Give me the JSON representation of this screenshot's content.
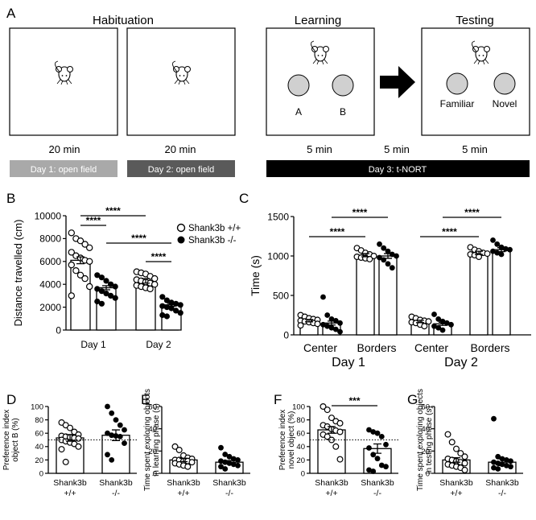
{
  "panel_letters": [
    "A",
    "B",
    "C",
    "D",
    "E",
    "F",
    "G"
  ],
  "panelA": {
    "habituation_title": "Habituation",
    "learning_title": "Learning",
    "testing_title": "Testing",
    "durations": [
      "20 min",
      "20 min",
      "5 min",
      "5 min",
      "5 min"
    ],
    "object_labels": [
      "A",
      "B",
      "Familiar",
      "Novel"
    ],
    "day_bars": [
      "Day 1: open field",
      "Day 2: open field",
      "Day 3: t-NORT"
    ],
    "colors": {
      "day1": "#a9a9a9",
      "day2": "#5a5a5a",
      "day3": "#000000",
      "object_fill": "#d0d0d0"
    }
  },
  "legend": {
    "wt": "Shank3b +/+",
    "ko": "Shank3b -/-"
  },
  "significance": {
    "four": "****",
    "three": "***"
  },
  "chart_data": [
    {
      "panel": "B",
      "type": "bar",
      "ylabel": "Distance travelled (cm)",
      "ylim": [
        0,
        10000
      ],
      "yticks": [
        0,
        2000,
        4000,
        6000,
        8000,
        10000
      ],
      "yticklabels": [
        "0",
        "2000",
        "4000",
        "6000",
        "8000",
        "10000"
      ],
      "groups": [
        "Day 1",
        "Day 2"
      ],
      "series": [
        {
          "name": "Shank3b +/+",
          "values": [
            6100,
            4300
          ],
          "points": [
            [
              8500,
              8000,
              7800,
              7500,
              7200,
              6800,
              6500,
              6300,
              6100,
              6000,
              5700,
              5200,
              4800,
              4500,
              3800,
              3000
            ],
            [
              5100,
              5000,
              4900,
              4700,
              4500,
              4400,
              4300,
              4200,
              4100,
              4000,
              3900,
              3800,
              3700,
              3600
            ]
          ]
        },
        {
          "name": "Shank3b -/-",
          "values": [
            3700,
            2200
          ],
          "points": [
            [
              4800,
              4600,
              4300,
              4000,
              3800,
              3600,
              3400,
              3200,
              3000,
              2800,
              2500,
              2300
            ],
            [
              2900,
              2600,
              2400,
              2300,
              2200,
              2100,
              2000,
              1900,
              1700,
              1500,
              1300,
              1200
            ]
          ]
        }
      ]
    },
    {
      "panel": "C",
      "type": "bar",
      "ylabel": "Time (s)",
      "ylim": [
        0,
        1500
      ],
      "yticks": [
        0,
        500,
        1000,
        1500
      ],
      "yticklabels": [
        "0",
        "500",
        "1000",
        "1500"
      ],
      "groups": [
        "Center",
        "Borders",
        "Center",
        "Borders"
      ],
      "days": [
        "Day 1",
        "Day 2"
      ],
      "series": [
        {
          "name": "Shank3b +/+",
          "values": [
            180,
            1010,
            170,
            1040
          ],
          "points": [
            [
              250,
              230,
              210,
              200,
              190,
              180,
              170,
              160,
              150,
              140,
              120
            ],
            [
              1100,
              1070,
              1040,
              1020,
              1000,
              990,
              980,
              970,
              960
            ],
            [
              230,
              210,
              190,
              180,
              170,
              160,
              150,
              130,
              110
            ],
            [
              1110,
              1080,
              1060,
              1040,
              1030,
              1020,
              1010,
              990
            ]
          ]
        },
        {
          "name": "Shank3b -/-",
          "values": [
            150,
            1000,
            140,
            1080
          ],
          "points": [
            [
              480,
              250,
              200,
              180,
              150,
              130,
              110,
              90,
              70,
              40
            ],
            [
              1150,
              1100,
              1060,
              1020,
              1000,
              980,
              950,
              900,
              850
            ],
            [
              260,
              200,
              170,
              150,
              130,
              110,
              90,
              60
            ],
            [
              1200,
              1150,
              1110,
              1090,
              1080,
              1060,
              1040,
              1020
            ]
          ]
        }
      ]
    },
    {
      "panel": "D",
      "type": "bar",
      "ylabel_lines": [
        "Preference index",
        "object B (%)"
      ],
      "ylim": [
        0,
        100
      ],
      "yticks": [
        0,
        20,
        40,
        60,
        80,
        100
      ],
      "yticklabels": [
        "0",
        "20",
        "40",
        "60",
        "80",
        "100"
      ],
      "categories": [
        "Shank3b +/+",
        "Shank3b -/-"
      ],
      "reference_line": 50,
      "values": [
        53,
        57
      ],
      "points": [
        [
          76,
          72,
          68,
          62,
          58,
          56,
          55,
          54,
          53,
          52,
          50,
          48,
          46,
          44,
          40,
          36,
          17
        ],
        [
          100,
          90,
          80,
          72,
          65,
          60,
          57,
          56,
          55,
          45,
          28,
          20
        ]
      ]
    },
    {
      "panel": "E",
      "type": "bar",
      "ylabel_lines": [
        "Time spent exploring objects",
        "in learning phase (s)"
      ],
      "ylim": [
        0,
        60
      ],
      "yticks": [
        0,
        20,
        40,
        60
      ],
      "yticklabels": [
        "0",
        "20",
        "40",
        "60"
      ],
      "categories": [
        "Shank3b +/+",
        "Shank3b -/-"
      ],
      "values": [
        12,
        10
      ],
      "points": [
        [
          24,
          21,
          16,
          14,
          13,
          12,
          12,
          11,
          11,
          10,
          9,
          8,
          7,
          6
        ],
        [
          23,
          17,
          15,
          13,
          12,
          11,
          10,
          9,
          8,
          7,
          6,
          4
        ]
      ]
    },
    {
      "panel": "F",
      "type": "bar",
      "ylabel_lines": [
        "Preference index",
        "novel object (%)"
      ],
      "ylim": [
        0,
        100
      ],
      "yticks": [
        0,
        20,
        40,
        60,
        80,
        100
      ],
      "yticklabels": [
        "0",
        "20",
        "40",
        "60",
        "80",
        "100"
      ],
      "categories": [
        "Shank3b +/+",
        "Shank3b -/-"
      ],
      "reference_line": 50,
      "values": [
        65,
        37
      ],
      "points": [
        [
          100,
          95,
          83,
          78,
          75,
          72,
          70,
          66,
          64,
          62,
          58,
          55,
          50,
          40,
          21
        ],
        [
          65,
          62,
          60,
          55,
          43,
          38,
          28,
          22,
          12,
          10,
          5,
          3
        ]
      ]
    },
    {
      "panel": "G",
      "type": "bar",
      "ylabel_lines": [
        "Time spent exploring objects",
        "in testing phase (s)"
      ],
      "ylim": [
        0,
        60
      ],
      "yticks": [
        0,
        20,
        40,
        60
      ],
      "yticklabels": [
        "0",
        "20",
        "40",
        "60"
      ],
      "categories": [
        "Shank3b +/+",
        "Shank3b -/-"
      ],
      "values": [
        12,
        10
      ],
      "points": [
        [
          35,
          28,
          22,
          18,
          15,
          13,
          12,
          11,
          10,
          9,
          8,
          7,
          6,
          5,
          3
        ],
        [
          49,
          15,
          13,
          12,
          11,
          10,
          9,
          8,
          7,
          6,
          5,
          4
        ]
      ]
    }
  ]
}
